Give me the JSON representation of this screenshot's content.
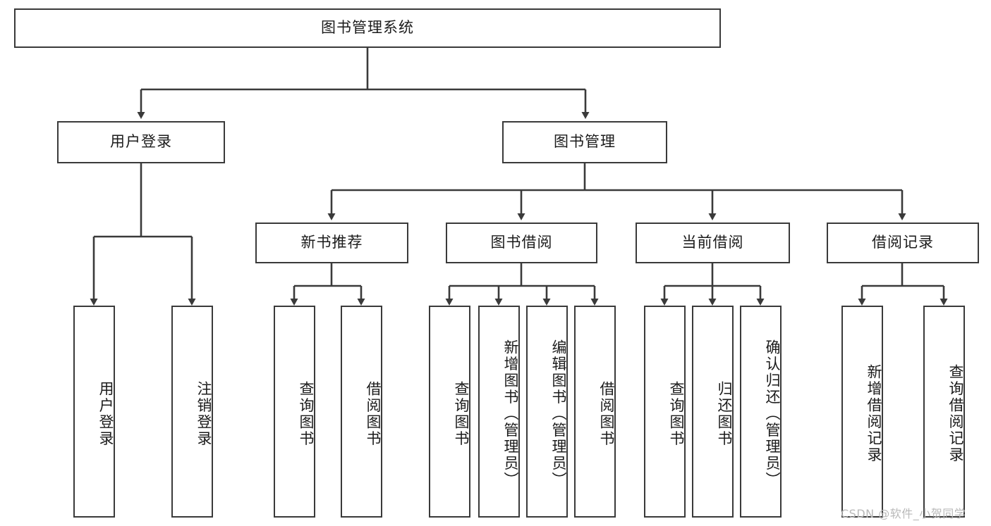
{
  "diagram": {
    "title": "图书管理系统",
    "type": "hierarchy-tree",
    "root": {
      "label": "图书管理系统"
    },
    "level1": [
      {
        "label": "用户登录"
      },
      {
        "label": "图书管理"
      }
    ],
    "level2": [
      {
        "label": "新书推荐"
      },
      {
        "label": "图书借阅"
      },
      {
        "label": "当前借阅"
      },
      {
        "label": "借阅记录"
      }
    ],
    "leaves": {
      "user_login": [
        {
          "label": "用户登录"
        },
        {
          "label": "注销登录"
        }
      ],
      "new_book_recommend": [
        {
          "label": "查询图书"
        },
        {
          "label": "借阅图书"
        }
      ],
      "book_borrow": [
        {
          "label": "查询图书"
        },
        {
          "label": "新增图书（管理员）"
        },
        {
          "label": "编辑图书（管理员）"
        },
        {
          "label": "借阅图书"
        }
      ],
      "current_borrow": [
        {
          "label": "查询图书"
        },
        {
          "label": "归还图书"
        },
        {
          "label": "确认归还（管理员）"
        }
      ],
      "borrow_record": [
        {
          "label": "新增借阅记录"
        },
        {
          "label": "查询借阅记录"
        }
      ]
    }
  },
  "watermark": {
    "text": "CSDN @软件_小贺同学"
  },
  "colors": {
    "stroke": "#3a3a3a",
    "fill": "#ffffff",
    "text": "#1b1b1b",
    "watermark": "#b9b9b9"
  }
}
